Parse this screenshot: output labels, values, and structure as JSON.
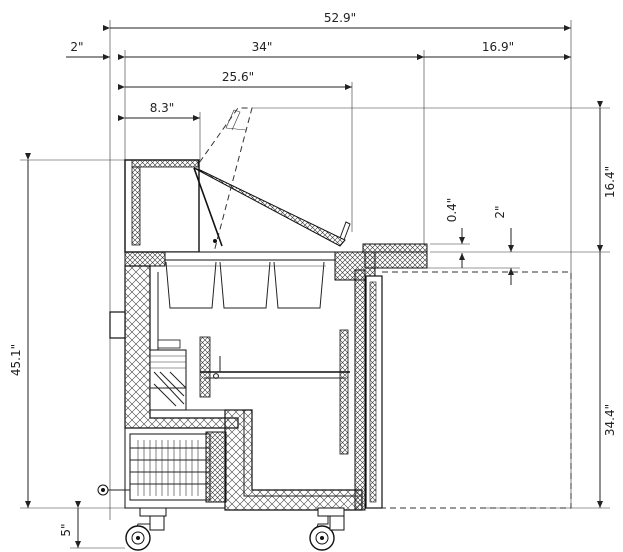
{
  "dimensions": {
    "overall_depth": "52.9\"",
    "left_offset": "2\"",
    "body_depth": "34\"",
    "cutting_board_depth": "16.9\"",
    "lid_open_depth": "25.6\"",
    "hinge_offset": "8.3\"",
    "overall_height": "45.1\"",
    "lid_height": "16.4\"",
    "board_thickness": "0.4\"",
    "board_to_top": "2\"",
    "work_height": "34.4\"",
    "caster_height": "5\""
  }
}
